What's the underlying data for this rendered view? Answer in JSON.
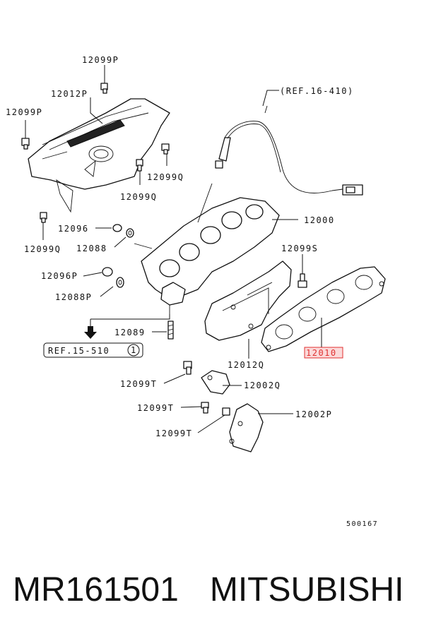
{
  "diagram": {
    "labels": {
      "p12099P_top": "12099P",
      "p12012P": "12012P",
      "p12099P_left": "12099P",
      "p12099Q_a": "12099Q",
      "p12099Q_b": "12099Q",
      "p12096": "12096",
      "p12099Q_c": "12099Q",
      "p12088": "12088",
      "p12096P": "12096P",
      "p12088P": "12088P",
      "p12089": "12089",
      "p12000": "12000",
      "p12099S": "12099S",
      "p12010": "12010",
      "p12012Q": "12012Q",
      "p12099T_a": "12099T",
      "p12002Q": "12002Q",
      "p12099T_b": "12099T",
      "p12002P": "12002P",
      "p12099T_c": "12099T"
    },
    "ref_top": "(REF.16-410)",
    "ref_bottom": "REF.15-510",
    "ref_bottom_circle": "1",
    "diagram_code": "500167",
    "highlight_color": "#e03030"
  },
  "footer": {
    "part_number": "MR161501",
    "brand": "MITSUBISHI"
  }
}
